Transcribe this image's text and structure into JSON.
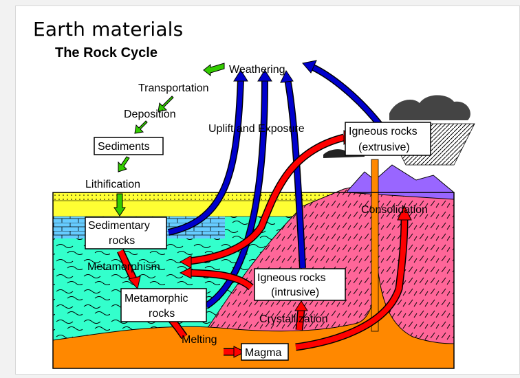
{
  "title": "Earth materials",
  "subtitle": "The Rock Cycle",
  "labels": {
    "weathering": "Weathering",
    "transportation": "Transportation",
    "deposition": "Deposition",
    "sediments": "Sediments",
    "lithification": "Lithification",
    "uplift": "Uplift and Exposure",
    "sedimentary_1": "Sedimentary",
    "sedimentary_2": "rocks",
    "metamorphism": "Metamorphism",
    "metamorphic_1": "Metamorphic",
    "metamorphic_2": "rocks",
    "melting": "Melting",
    "magma": "Magma",
    "crystallization": "Crystallization",
    "igneous_intrusive_1": "Igneous rocks",
    "igneous_intrusive_2": "(intrusive)",
    "igneous_extrusive_1": "Igneous rocks",
    "igneous_extrusive_2": "(extrusive)",
    "consolidation": "Consolidation"
  },
  "colors": {
    "ocean": "#33ffcc",
    "sediment_yellow": "#ffff33",
    "limestone_blue": "#66ccff",
    "crust_pink": "#ff6699",
    "magma_orange": "#ff8800",
    "volcano_purple": "#9966ff",
    "arrow_red": "#ff0000",
    "arrow_blue": "#0000cc",
    "arrow_green": "#33cc00"
  }
}
